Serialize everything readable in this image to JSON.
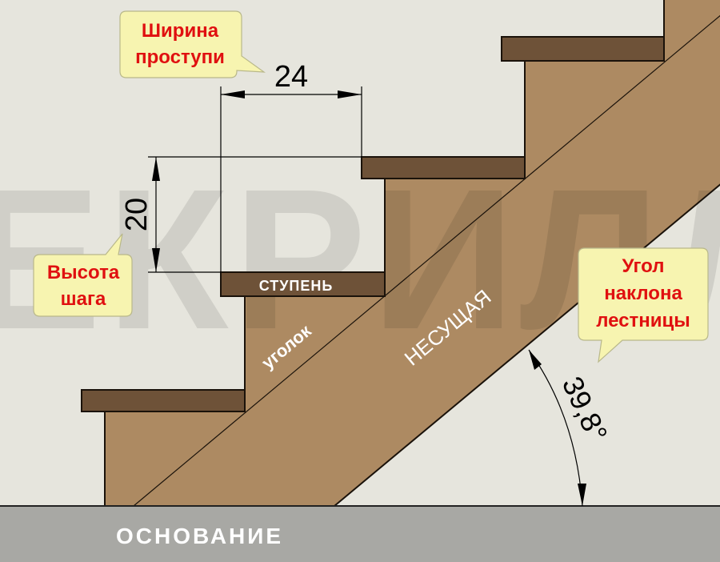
{
  "watermark": "ЕКРИЛЛ",
  "labels": {
    "tread": "СТУПЕНЬ",
    "bracket": "уголок",
    "stringer": "НЕСУЩАЯ",
    "base": "ОСНОВАНИЕ"
  },
  "dimensions": {
    "tread_width": "24",
    "step_height": "20",
    "angle": "39,8°"
  },
  "callouts": {
    "tread_width": [
      "Ширина",
      "проступи"
    ],
    "step_height": [
      "Высота",
      "шага"
    ],
    "angle": [
      "Угол",
      "наклона",
      "лестницы"
    ]
  },
  "colors": {
    "background": "#e6e5dd",
    "tread": "#6e5238",
    "wood": "#ad8a62",
    "base": "#a8a8a4",
    "callout_text": "#e01010"
  }
}
